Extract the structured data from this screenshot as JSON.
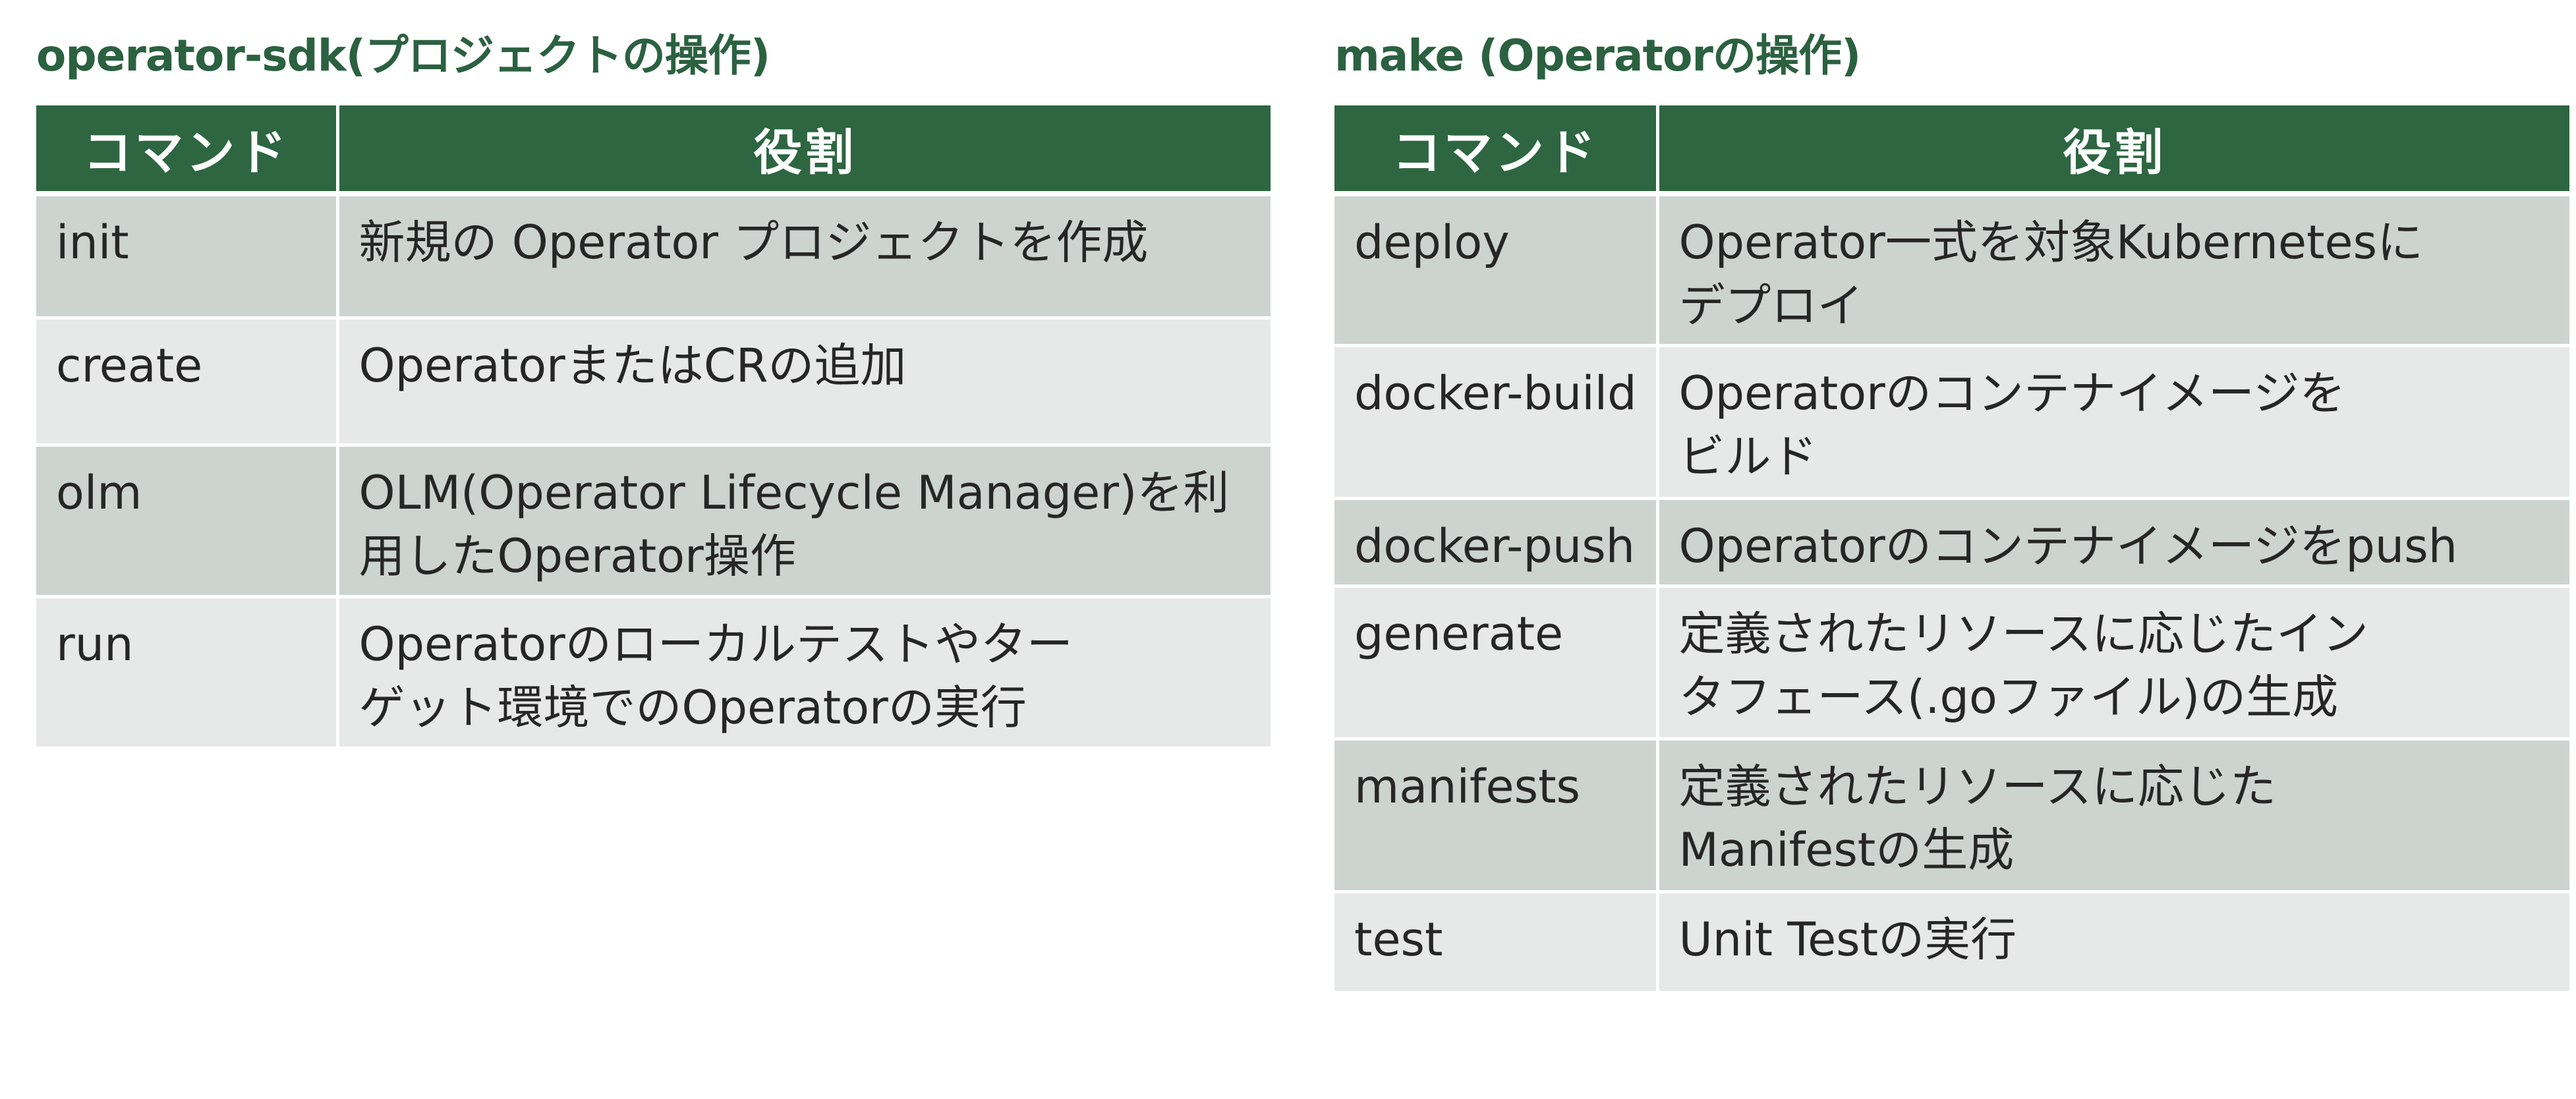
{
  "left": {
    "title": "operator-sdk(プロジェクトの操作)",
    "headers": {
      "command": "コマンド",
      "role": "役割"
    },
    "rows": [
      {
        "command": "init",
        "role": "新規の Operator プロジェクトを作成"
      },
      {
        "command": "create",
        "role": "OperatorまたはCRの追加"
      },
      {
        "command": "olm",
        "role": "OLM(Operator Lifecycle Manager)を利\n用したOperator操作"
      },
      {
        "command": "run",
        "role": "Operatorのローカルテストやター\nゲット環境でのOperatorの実行"
      }
    ]
  },
  "right": {
    "title": "make (Operatorの操作)",
    "headers": {
      "command": "コマンド",
      "role": "役割"
    },
    "rows": [
      {
        "command": "deploy",
        "role": "Operator一式を対象Kubernetesに\nデプロイ"
      },
      {
        "command": "docker-build",
        "role": "Operatorのコンテナイメージを\nビルド"
      },
      {
        "command": "docker-push",
        "role": "Operatorのコンテナイメージをpush"
      },
      {
        "command": "generate",
        "role": "定義されたリソースに応じたイン\nタフェース(.goファイル)の生成"
      },
      {
        "command": "manifests",
        "role": "定義されたリソースに応じた\nManifestの生成"
      },
      {
        "command": "test",
        "role": "Unit Testの実行"
      }
    ]
  }
}
